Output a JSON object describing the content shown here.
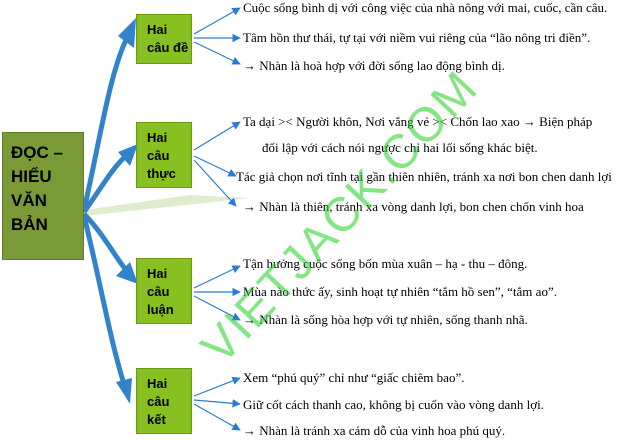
{
  "root": {
    "lines": [
      "ĐỌC –",
      "HIỂU",
      "VĂN",
      "BẢN"
    ]
  },
  "branches": [
    {
      "lines": [
        "Hai",
        "câu đề"
      ],
      "items": [
        "Cuộc sống bình dị với công việc của nhà nông với mai, cuốc, cần câu.",
        "Tâm hồn thư thái, tự tại với niềm vui riêng của “lão nông tri điền”.",
        "→ Nhàn là hoà hợp với đời sống lao động bình dị."
      ]
    },
    {
      "lines": [
        "Hai",
        "câu",
        "thực"
      ],
      "items": [
        "Ta dại >< Người khôn, Nơi vắng vẻ >< Chốn lao xao → Biện pháp",
        "đối lập với cách nói ngược chỉ hai lối sống khác biệt.",
        "Tác giả chọn nơi tĩnh tại gần thiên nhiên, tránh xa nơi bon chen danh lợi",
        "→ Nhàn là thiên, tránh xa vòng danh lợi, bon chen chốn vinh hoa"
      ]
    },
    {
      "lines": [
        "Hai",
        "câu",
        "luận"
      ],
      "items": [
        "Tận hưởng cuộc sống bốn mùa xuân – hạ - thu – đông.",
        "Mùa nào thức ấy, sinh hoạt tự nhiên “tắm hồ sen”, “tắm ao”.",
        "→ Nhàn là sống hòa hợp với tự nhiên, sống thanh nhã."
      ]
    },
    {
      "lines": [
        "Hai",
        "câu",
        "kết"
      ],
      "items": [
        "Xem “phú quý” chỉ như “giấc chiêm bao”.",
        "Giữ cốt cách thanh cao, không bị cuốn vào vòng danh lợi.",
        "→ Nhàn là tránh xa cám dỗ của vinh hoa phú quý."
      ]
    }
  ],
  "watermark": "VIETJACK.COM",
  "colors": {
    "root_fill": "#7a9a38",
    "branch_fill": "#88c022",
    "arrow_blue": "#2b7bd6",
    "watermark": "#1ed21e"
  }
}
